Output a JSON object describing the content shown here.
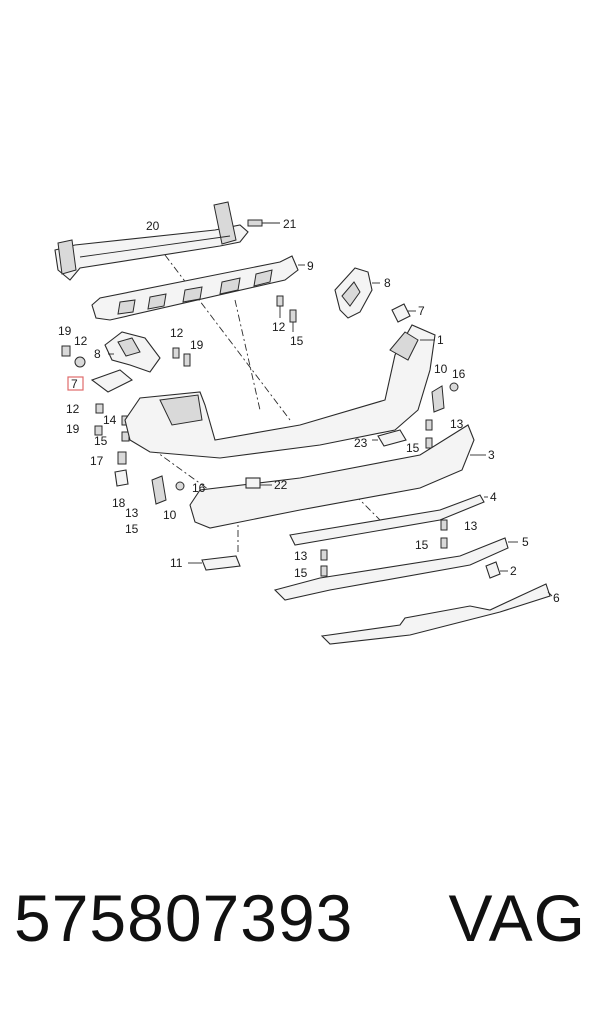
{
  "footer": {
    "part_number": "575807393",
    "brand": "VAG"
  },
  "callouts": {
    "c1": "1",
    "c2": "2",
    "c3": "3",
    "c4": "4",
    "c5": "5",
    "c6": "6",
    "c7a": "7",
    "c7b": "7",
    "c8a": "8",
    "c8b": "8",
    "c9": "9",
    "c10a": "10",
    "c10b": "10",
    "c11": "11",
    "c12a": "12",
    "c12b": "12",
    "c12c": "12",
    "c12d": "12",
    "c13a": "13",
    "c13b": "13",
    "c13c": "13",
    "c13d": "13",
    "c14": "14",
    "c15a": "15",
    "c15b": "15",
    "c15c": "15",
    "c15d": "15",
    "c15e": "15",
    "c15f": "15",
    "c16a": "16",
    "c16b": "16",
    "c17": "17",
    "c18": "18",
    "c19a": "19",
    "c19b": "19",
    "c19c": "19",
    "c20": "20",
    "c21": "21",
    "c22": "22",
    "c23": "23"
  }
}
